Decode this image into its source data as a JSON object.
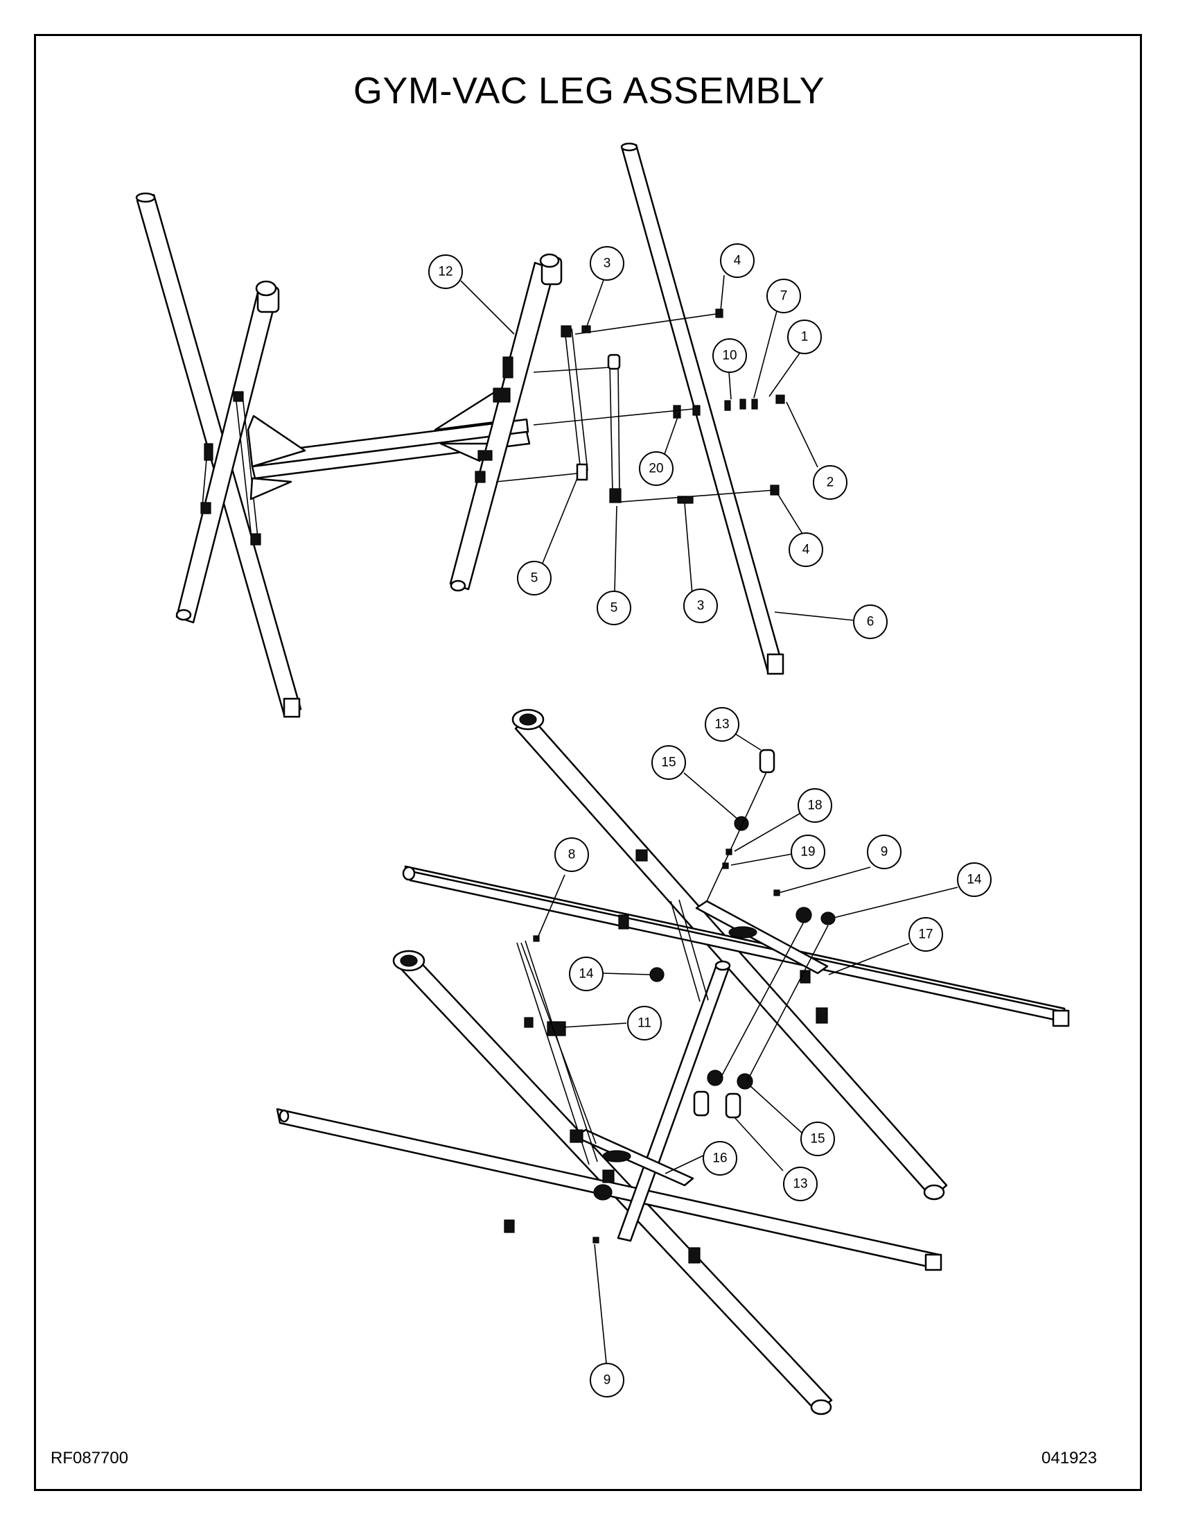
{
  "title": "GYM-VAC LEG ASSEMBLY",
  "doc_number_left": "RF087700",
  "doc_number_right": "041923",
  "callouts": [
    {
      "label": "12"
    },
    {
      "label": "3"
    },
    {
      "label": "4"
    },
    {
      "label": "7"
    },
    {
      "label": "1"
    },
    {
      "label": "10"
    },
    {
      "label": "20"
    },
    {
      "label": "2"
    },
    {
      "label": "4"
    },
    {
      "label": "5"
    },
    {
      "label": "5"
    },
    {
      "label": "3"
    },
    {
      "label": "6"
    },
    {
      "label": "13"
    },
    {
      "label": "15"
    },
    {
      "label": "18"
    },
    {
      "label": "8"
    },
    {
      "label": "19"
    },
    {
      "label": "9"
    },
    {
      "label": "14"
    },
    {
      "label": "17"
    },
    {
      "label": "14"
    },
    {
      "label": "11"
    },
    {
      "label": "15"
    },
    {
      "label": "16"
    },
    {
      "label": "13"
    },
    {
      "label": "9"
    }
  ]
}
